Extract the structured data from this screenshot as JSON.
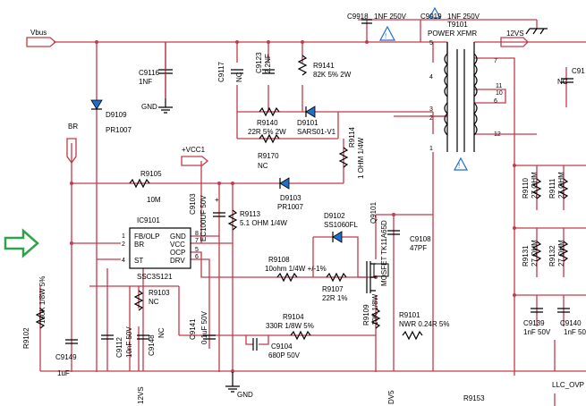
{
  "nets": {
    "vbus": "Vbus",
    "br": "BR",
    "vcc1": "+VCC1",
    "v12": "12VS",
    "gnd_top": "GND",
    "gnd_bottom": "GND",
    "llc_ovp": "LLC_OVP",
    "v12_bottom": "12VS",
    "dv5": "DV5"
  },
  "transformer": {
    "ref": "T9101",
    "name": "POWER XFMR",
    "pins": [
      "5",
      "4",
      "3",
      "2",
      "1",
      "7",
      "11",
      "10",
      "6",
      "12"
    ]
  },
  "ic": {
    "ref": "IC9101",
    "part": "SSC3S121",
    "pin_labels": [
      "FB/OLP",
      "BR",
      "ST",
      "GND",
      "VCC",
      "OCP",
      "DRV"
    ],
    "pin_numbers": [
      "1",
      "2",
      "4",
      "8",
      "7",
      "5",
      "6"
    ]
  },
  "components": {
    "c9918": [
      "C9918",
      "1NF 250V"
    ],
    "c9919": [
      "C9919",
      "1NF 250V"
    ],
    "c9116": [
      "C9116",
      "1NF"
    ],
    "d9109": [
      "D9109",
      "PR1007"
    ],
    "c9117": [
      "C9117",
      "NC"
    ],
    "c9123": [
      "C9123",
      "2.2NF"
    ],
    "r9141": [
      "R9141",
      "82K 5% 2W"
    ],
    "r9140": [
      "R9140",
      "22R 5% 2W"
    ],
    "d9101": [
      "D9101",
      "SARS01-V1"
    ],
    "r9170": [
      "R9170",
      "NC"
    ],
    "r9114": [
      "R9114",
      "1 OHM 1/4W"
    ],
    "r9105": [
      "R9105",
      "10M"
    ],
    "d9103": [
      "D9103",
      "PR1007"
    ],
    "c9103": [
      "C9103",
      "EC100UF 50V"
    ],
    "r9113": [
      "R9113",
      "5.1 OHM 1/4W"
    ],
    "d9102": [
      "D9102",
      "SS1060FL"
    ],
    "c9108": [
      "C9108",
      "47PF"
    ],
    "r9108": [
      "R9108",
      "10ohm 1/4W +/-1%"
    ],
    "q9101": [
      "Q9101",
      "MOSFET TK11A65D"
    ],
    "r9107": [
      "R9107",
      "22R 1%"
    ],
    "r9103": [
      "R9103",
      "NC"
    ],
    "r9104": [
      "R9104",
      "330R 1/8W 5%"
    ],
    "r9109": [
      "R9109",
      "10K 1/8W"
    ],
    "r9101": [
      "R9101",
      "NWR 0.24R 5%"
    ],
    "r9102": [
      "R9102",
      "130K 1/8W 5%"
    ],
    "c9149": [
      "C9149",
      "1uF"
    ],
    "c9112": [
      "C9112",
      "10nF 50V"
    ],
    "c9148": [
      "C9148",
      "NC"
    ],
    "c9141": [
      "C9141",
      "0.1uF 50V"
    ],
    "c9104": [
      "C9104",
      "680P 50V"
    ],
    "r9110": [
      "R9110",
      "27 OHM"
    ],
    "r9111": [
      "R9111",
      "27 OHM"
    ],
    "r9131": [
      "R9131",
      "27 OHM"
    ],
    "r9132": [
      "R9132",
      "27 OHM"
    ],
    "c9139": [
      "C9139",
      "1nF 50V"
    ],
    "c9140": [
      "C9140",
      "1nF 50"
    ],
    "c91_partial": [
      "C91",
      "NC"
    ],
    "r9153": [
      "R9153",
      ""
    ]
  },
  "colors": {
    "wire": "#c43a4a",
    "arrow": "#2fa34a",
    "symbol": "#1f6fc9"
  }
}
